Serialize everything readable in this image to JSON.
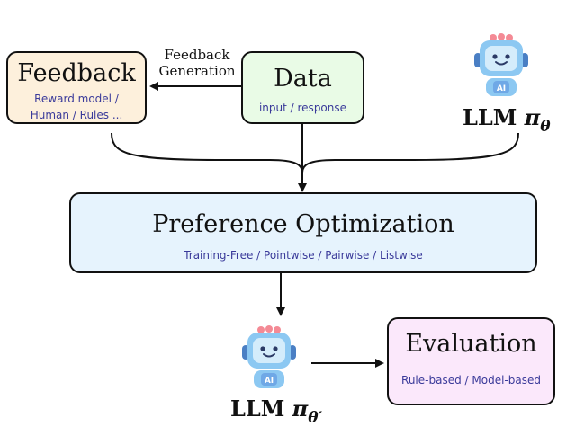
{
  "feedback": {
    "title": "Feedback",
    "subtitle_line1": "Reward model /",
    "subtitle_line2": "Human / Rules ..."
  },
  "data": {
    "title": "Data",
    "subtitle": "input / response"
  },
  "feedback_generation": {
    "line1": "Feedback",
    "line2": "Generation"
  },
  "preference_optimization": {
    "title": "Preference Optimization",
    "subtitle": "Training-Free / Pointwise / Pairwise / Listwise"
  },
  "evaluation": {
    "title": "Evaluation",
    "subtitle": "Rule-based / Model-based"
  },
  "llm_top": {
    "prefix": "LLM ",
    "symbol": "π",
    "subscript": "θ"
  },
  "llm_bottom": {
    "prefix": "LLM ",
    "symbol": "π",
    "subscript": "θ′"
  },
  "robot": {
    "badge": "AI",
    "icon": "robot-icon",
    "colors": {
      "body": "#8cc8f2",
      "face": "#d4ecfb",
      "antenna": "#f48a95",
      "ears": "#4a7fc4",
      "badge": "#6fa8e6"
    }
  },
  "colors": {
    "feedback_fill": "#fdf0dc",
    "data_fill": "#e9fbe6",
    "po_fill": "#e6f3fd",
    "eval_fill": "#fbe8fb",
    "subtitle_text": "#3a3a9a"
  }
}
